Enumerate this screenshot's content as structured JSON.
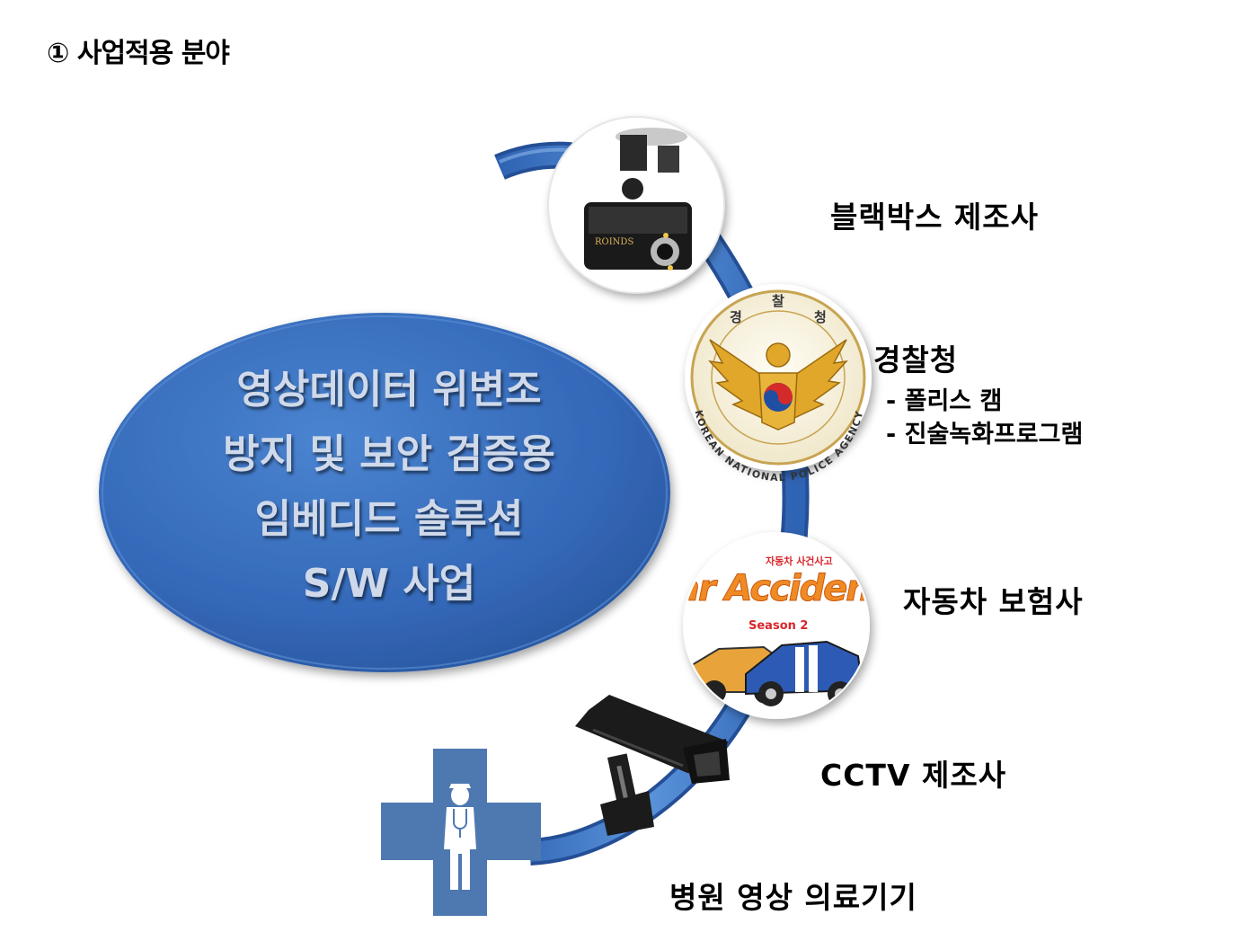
{
  "page_title": "① 사업적용 분야",
  "center": {
    "lines": [
      "영상데이터 위변조",
      "방지 및 보안 검증용",
      "임베디드 솔루션",
      "S/W 사업"
    ]
  },
  "items": {
    "blackbox": {
      "label": "블랙박스 제조사",
      "icon": "dashcam-icon",
      "brand": "ROINDS"
    },
    "police": {
      "label": "경찰청",
      "sub1": "- 폴리스 캠",
      "sub2": "- 진술녹화프로그램",
      "icon": "police-emblem-icon",
      "emblem_kr": [
        "경",
        "찰",
        "청"
      ],
      "emblem_en": "KOREAN NATIONAL POLICE AGENCY"
    },
    "insurance": {
      "label": "자동차 보험사",
      "icon": "car-accident-icon",
      "poster_top": "자동차 사건사고",
      "poster_title": "ar Accident",
      "poster_season": "Season 2"
    },
    "cctv": {
      "label": "CCTV 제조사",
      "icon": "cctv-camera-icon"
    },
    "hospital": {
      "label": "병원 영상 의료기기",
      "icon": "medical-cross-icon"
    }
  },
  "colors": {
    "arc": "#3b74c4",
    "ellipse": "#3a6fbf",
    "cross": "#4e78b0",
    "emblem_gold": "#e0a72a"
  }
}
